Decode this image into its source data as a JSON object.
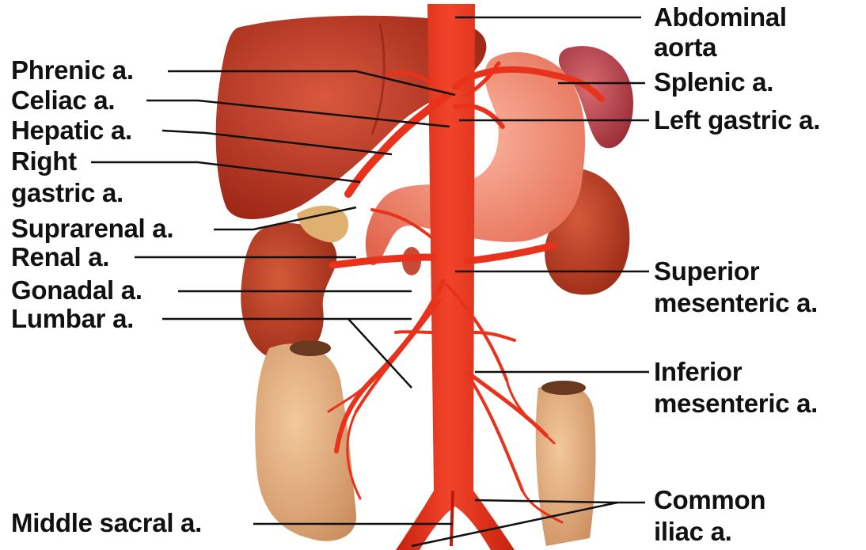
{
  "labels": {
    "abdominal_aorta": [
      "Abdominal",
      "aorta"
    ],
    "phrenic": "Phrenic a.",
    "celiac": "Celiac a.",
    "hepatic": "Hepatic a.",
    "right_gastric": [
      "Right",
      "gastric a."
    ],
    "suprarenal": "Suprarenal a.",
    "renal": "Renal a.",
    "gonadal": "Gonadal a.",
    "lumbar": "Lumbar a.",
    "middle_sacral": "Middle sacral a.",
    "splenic": "Splenic a.",
    "left_gastric": "Left gastric a.",
    "superior_mesenteric": [
      "Superior",
      "mesenteric a."
    ],
    "inferior_mesenteric": [
      "Inferior",
      "mesenteric a."
    ],
    "common_iliac": [
      "Common",
      "iliac a."
    ]
  },
  "colors": {
    "artery": "#e8321c",
    "artery_dark": "#b81d0c",
    "liver": "#b8321f",
    "stomach": "#f0806a",
    "kidney": "#b83a22",
    "spleen": "#b8404a",
    "intestine": "#d9a070",
    "leader": "#111111"
  }
}
